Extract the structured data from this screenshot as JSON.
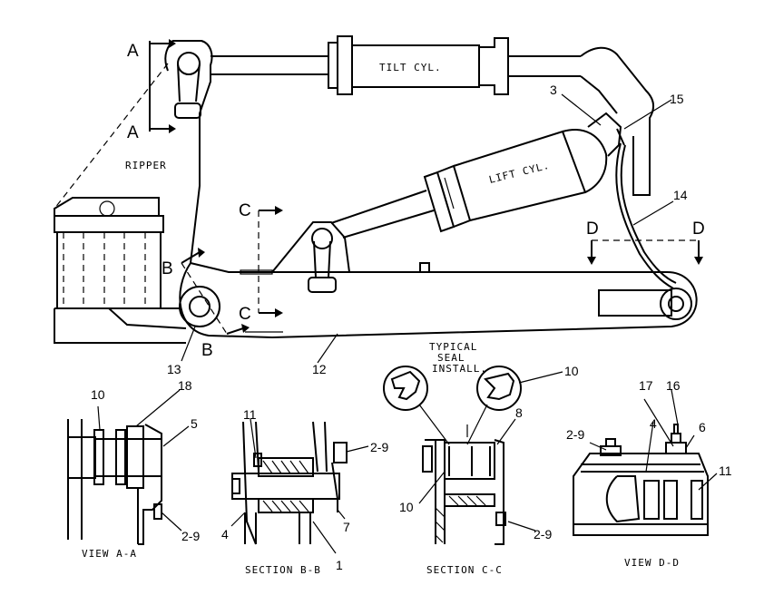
{
  "section_letters": {
    "a_top": "A",
    "a_bottom": "A",
    "b_top": "B",
    "b_bottom": "B",
    "c_top": "C",
    "c_bottom": "C",
    "d_left": "D",
    "d_right": "D"
  },
  "component_labels": {
    "tilt_cyl": "TILT CYL.",
    "lift_cyl": "LIFT CYL.",
    "ripper": "RIPPER",
    "typical_seal": [
      "TYPICAL",
      "SEAL",
      "INSTALL."
    ]
  },
  "callouts": {
    "n3": "3",
    "n15": "15",
    "n14": "14",
    "n13": "13",
    "n12": "12",
    "n10_view": "10",
    "n18": "18",
    "n5": "5",
    "n29_view_a": "2-9",
    "n11_b": "11",
    "n29_b": "2-9",
    "n7": "7",
    "n4_b": "4",
    "n1": "1",
    "n10_seal": "10",
    "n8": "8",
    "n10_c": "10",
    "n29_c": "2-9",
    "n29_d": "2-9",
    "n4_d": "4",
    "n17": "17",
    "n16": "16",
    "n6": "6",
    "n11_d": "11"
  },
  "view_titles": {
    "view_aa": "VIEW A-A",
    "section_bb": "SECTION B-B",
    "section_cc": "SECTION C-C",
    "view_dd": "VIEW D-D"
  }
}
